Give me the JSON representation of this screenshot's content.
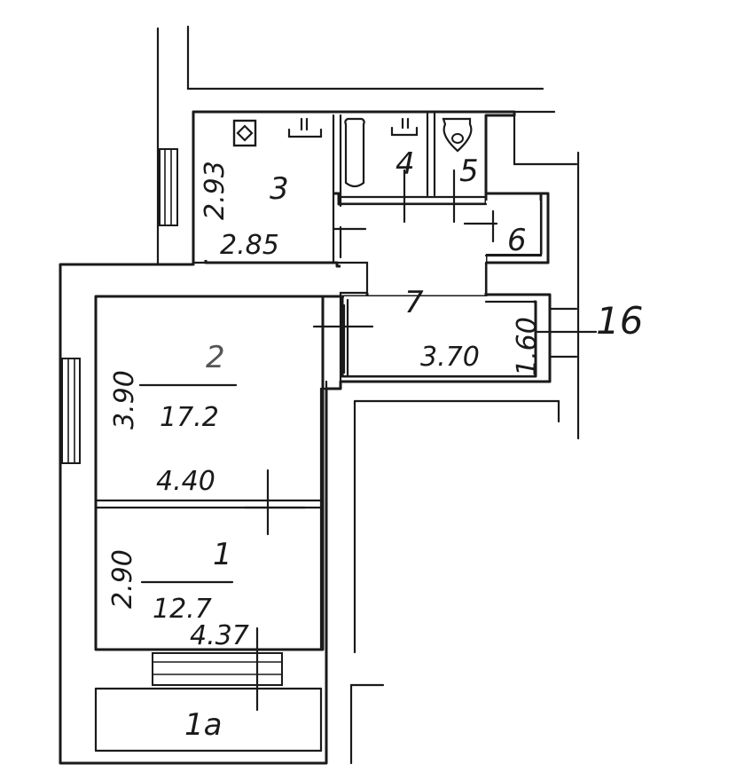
{
  "rooms": {
    "r1": {
      "number": "1",
      "area": "12.7",
      "width": "4.37",
      "depth": "2.90"
    },
    "r1a": {
      "number": "1a"
    },
    "r2": {
      "number": "2",
      "area": "17.2",
      "width": "4.40",
      "depth": "3.90"
    },
    "r3": {
      "number": "3",
      "width": "2.85",
      "depth": "2.93"
    },
    "r4": {
      "number": "4"
    },
    "r5": {
      "number": "5"
    },
    "r6": {
      "number": "6"
    },
    "r7": {
      "number": "7",
      "width": "3.70",
      "depth": "1.60"
    }
  },
  "reference": "16"
}
